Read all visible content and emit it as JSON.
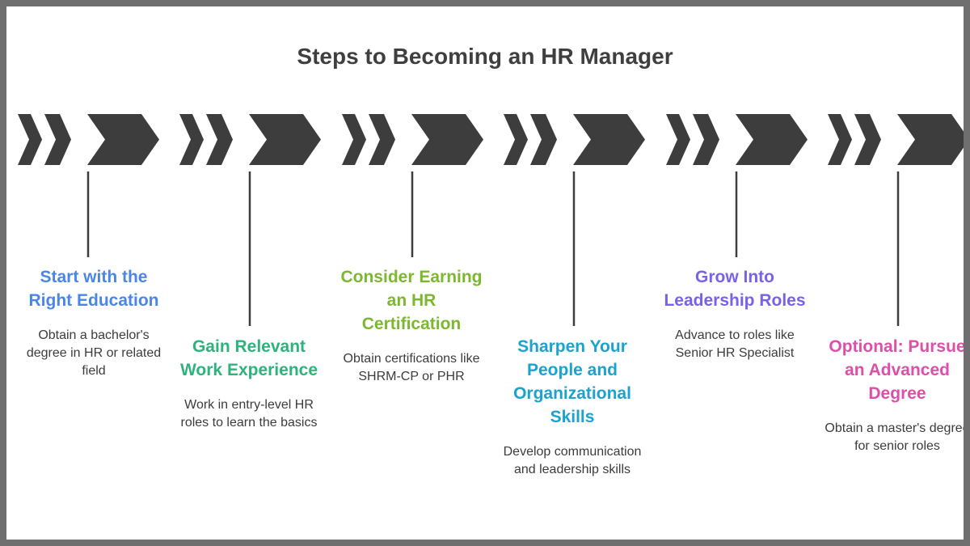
{
  "title": "Steps to Becoming an HR Manager",
  "band_color": "#3d3d3d",
  "steps": [
    {
      "title": "Start with the Right Education",
      "description": "Obtain a bachelor's degree in HR or related field",
      "color": "#4a86e8"
    },
    {
      "title": "Gain Relevant Work Experience",
      "description": "Work in entry-level HR roles to learn the basics",
      "color": "#2db37b"
    },
    {
      "title": "Consider Earning an HR Certification",
      "description": "Obtain certifications like SHRM-CP or PHR",
      "color": "#7cb82f"
    },
    {
      "title": "Sharpen Your People and Organizational Skills",
      "description": "Develop communication and leadership skills",
      "color": "#1ba3cf"
    },
    {
      "title": "Grow Into Leadership Roles",
      "description": "Advance to roles like Senior HR Specialist",
      "color": "#7b61e8"
    },
    {
      "title": "Optional: Pursue an Advanced Degree",
      "description": "Obtain a master's degree for senior roles",
      "color": "#dd4fa8"
    }
  ]
}
